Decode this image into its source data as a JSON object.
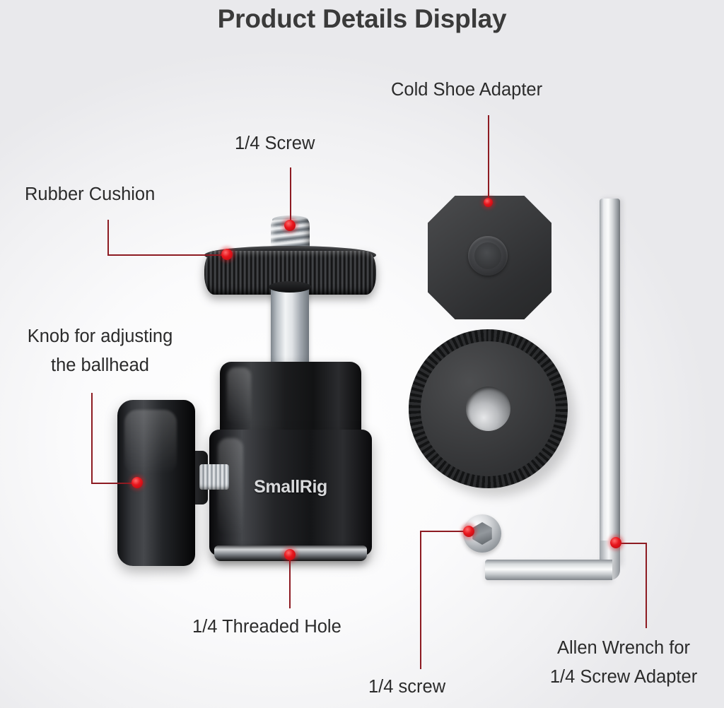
{
  "page": {
    "title": "Product Details Display",
    "background_color": "#f2f2f4",
    "accent_color": "#e4161c",
    "leader_color": "#8d1b22",
    "text_color": "#2b2b2b"
  },
  "product": {
    "brand": "SmallRig"
  },
  "callouts": [
    {
      "id": "rubber-cushion",
      "label": "Rubber Cushion",
      "points_to": "knurled cushion disc on ballhead stem"
    },
    {
      "id": "quarter-screw-top",
      "label": "1/4 Screw",
      "points_to": "threaded screw at top of ballhead"
    },
    {
      "id": "cold-shoe-adapter",
      "label": "Cold Shoe Adapter",
      "points_to": "chamfered square plate"
    },
    {
      "id": "knob-ballhead",
      "label_line1": "Knob for adjusting",
      "label_line2": "the ballhead",
      "points_to": "side locking knob"
    },
    {
      "id": "quarter-threaded-hole",
      "label": "1/4 Threaded Hole",
      "points_to": "base of ballhead body"
    },
    {
      "id": "quarter-screw-loose",
      "label": "1/4 screw",
      "points_to": "hex socket screw"
    },
    {
      "id": "allen-wrench",
      "label_line1": "Allen Wrench for",
      "label_line2": "1/4 Screw Adapter",
      "points_to": "L-shaped hex key"
    }
  ]
}
